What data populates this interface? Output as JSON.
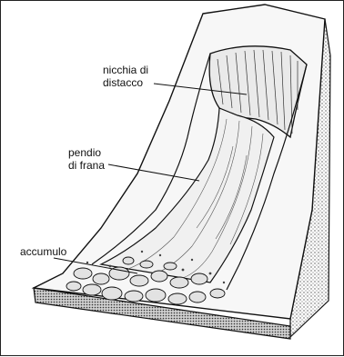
{
  "diagram": {
    "labels": {
      "scarp": "nicchia di\ndistacco",
      "slope": "pendio\ndi frana",
      "deposit": "accumulo"
    }
  }
}
